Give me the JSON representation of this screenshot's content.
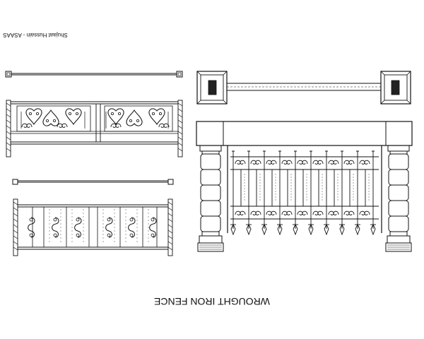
{
  "drawing": {
    "title": "WROUGHT IRON FENCE",
    "author": "Shujaat Hussain - ASAAS",
    "orientation": "rotated-180",
    "line_color": "#111111",
    "background": "#ffffff"
  }
}
